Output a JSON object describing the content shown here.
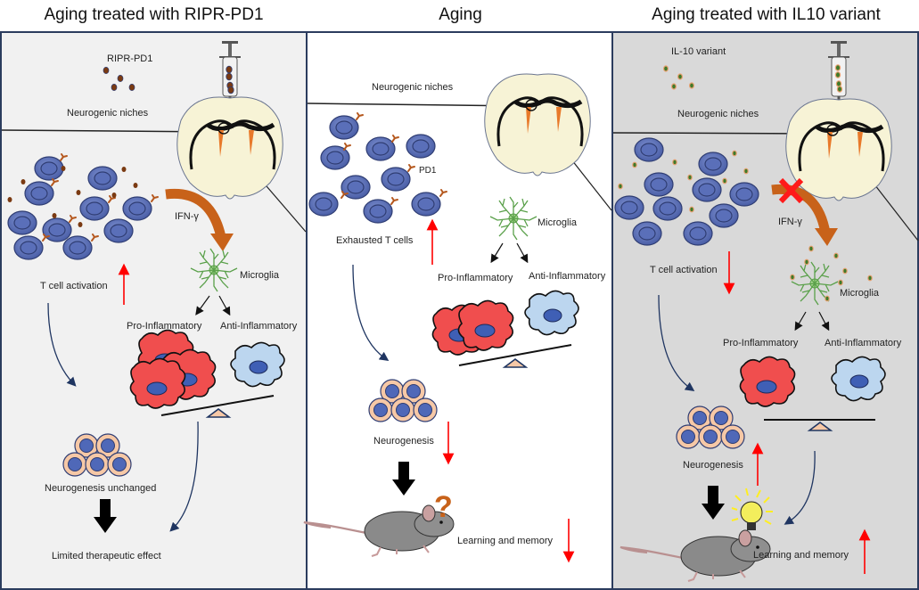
{
  "panels": [
    {
      "title": "Aging treated with RIPR-PD1",
      "background": "#f1f1f1",
      "agent_label": "RIPR-PD1",
      "agent_color": "#7a3a12",
      "niches_label": "Neurogenic niches",
      "cytokine_label": "IFN-γ",
      "tcell_label": "T cell activation",
      "tcell_trend": "up",
      "microglia_label": "Microglia",
      "pro_label": "Pro-Inflammatory",
      "anti_label": "Anti-Inflammatory",
      "balance": "pro-heavy",
      "neuro_label": "Neurogenesis unchanged",
      "outcome_label": "Limited therapeutic effect"
    },
    {
      "title": "Aging",
      "background": "#ffffff",
      "niches_label": "Neurogenic niches",
      "pd1_label": "PD1",
      "tcell_label": "Exhausted T cells",
      "tcell_trend": "up",
      "microglia_label": "Microglia",
      "pro_label": "Pro-Inflammatory",
      "anti_label": "Anti-Inflammatory",
      "balance": "pro-heavy",
      "neuro_label": "Neurogenesis",
      "neuro_trend": "down",
      "question_mark": "?",
      "outcome_label": "Learning and memory",
      "outcome_trend": "down"
    },
    {
      "title": "Aging treated with IL10 variant",
      "background": "#d9d9d9",
      "agent_label": "IL-10 variant",
      "agent_color": "#3f7a2a",
      "niches_label": "Neurogenic niches",
      "cytokine_label": "IFN-γ",
      "cytokine_blocked": true,
      "tcell_label": "T cell activation",
      "tcell_trend": "down",
      "microglia_label": "Microglia",
      "pro_label": "Pro-Inflammatory",
      "anti_label": "Anti-Inflammatory",
      "balance": "balanced",
      "neuro_label": "Neurogenesis",
      "neuro_trend": "up",
      "outcome_label": "Learning and memory",
      "outcome_trend": "up"
    }
  ],
  "colors": {
    "border": "#2b3c5e",
    "tcell": "#5b70b8",
    "pro_inflammatory": "#f04e4e",
    "anti_inflammatory": "#bcd6ef",
    "microglia": "#5aa04a",
    "ifn_arrow": "#c8621a",
    "trend_arrow": "#ff0000",
    "neuron": "#f6c8a6",
    "brain": "#f7f3d6"
  }
}
